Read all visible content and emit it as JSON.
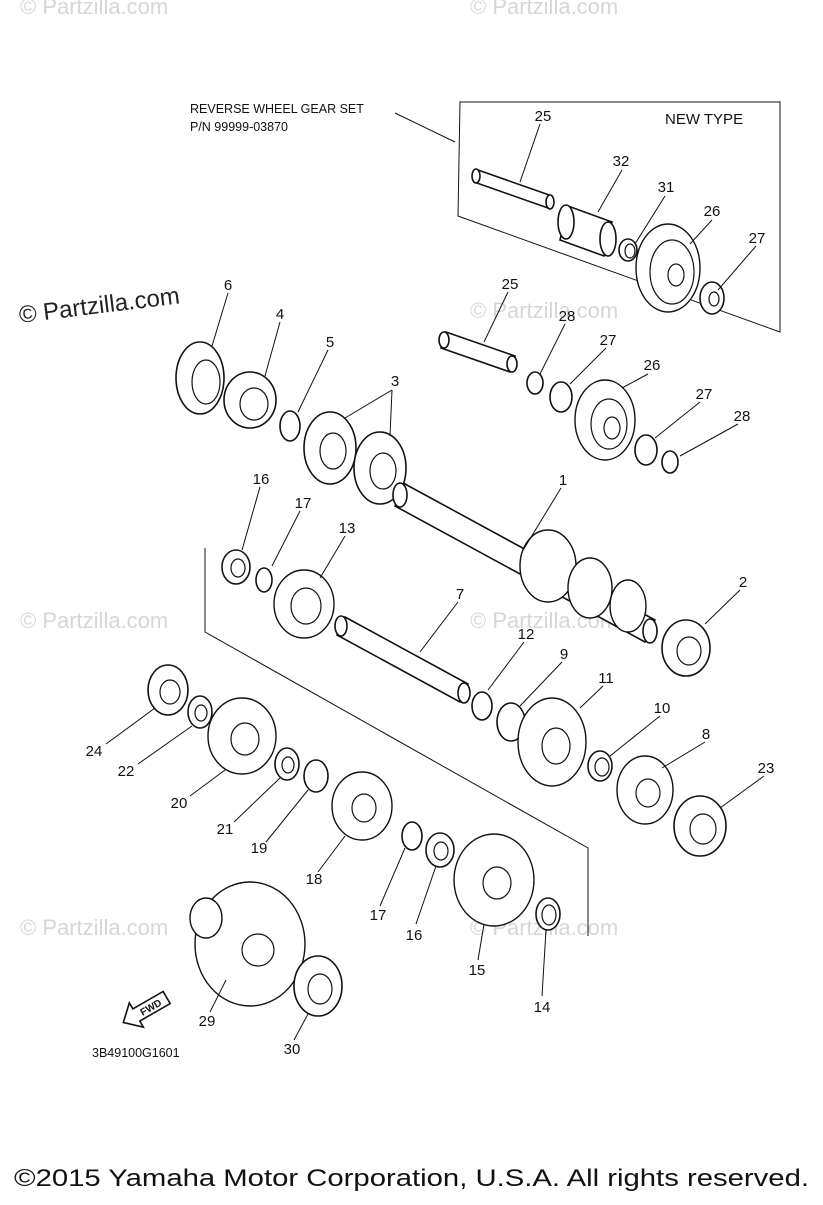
{
  "watermarks": {
    "main": "© Partzilla.com",
    "faint": "© Partzilla.com"
  },
  "callout": {
    "title": "REVERSE WHEEL GEAR SET",
    "part_number": "P/N 99999-03870",
    "inset_label": "NEW TYPE"
  },
  "labels": {
    "l25a": "25",
    "l32": "32",
    "l31": "31",
    "l26a": "26",
    "l27a": "27",
    "l6": "6",
    "l4": "4",
    "l5": "5",
    "l3": "3",
    "l25b": "25",
    "l28a": "28",
    "l27b": "27",
    "l26b": "26",
    "l27c": "27",
    "l28b": "28",
    "l16a": "16",
    "l17a": "17",
    "l13": "13",
    "l1": "1",
    "l2": "2",
    "l7": "7",
    "l12": "12",
    "l9": "9",
    "l11": "11",
    "l10": "10",
    "l8": "8",
    "l23": "23",
    "l24": "24",
    "l22": "22",
    "l20": "20",
    "l21": "21",
    "l19": "19",
    "l18": "18",
    "l17b": "17",
    "l16b": "16",
    "l15": "15",
    "l14": "14",
    "l29": "29",
    "l30": "30"
  },
  "fwd_label": "FWD",
  "diagram_code": "3B49100G1601",
  "copyright": "©2015  Yamaha Motor Corporation, U.S.A. All rights reserved."
}
